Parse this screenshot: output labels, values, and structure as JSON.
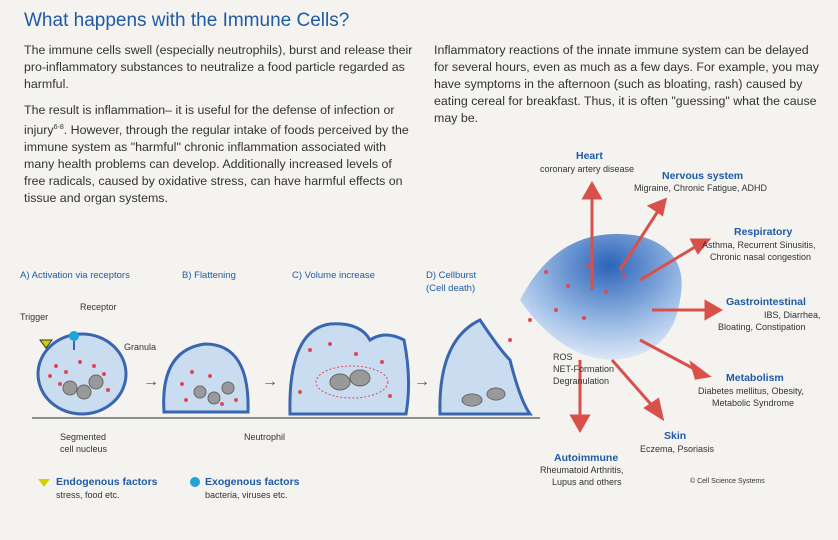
{
  "title": "What happens with the Immune Cells?",
  "paragraphs": {
    "p1": "The immune cells swell (especially neutrophils), burst and release their pro-inflammatory substances to neutralize a food particle regarded as harmful.",
    "p2_a": "The result is inflammation– it is useful for the defense of infection or injury",
    "p2_sup": "6-8",
    "p2_b": ". However, through the regular intake of foods perceived by the immune system as \"harmful\" chronic inflammation associated with many health problems can develop. Additionally increased levels of free radicals, caused by oxidative stress, can have harmful effects on tissue and organ systems.",
    "p3": "Inflammatory reactions of the innate immune system can be delayed for several hours, even as much as a few days. For example, you may have symptoms in the afternoon (such as bloating, rash) caused by eating cereal for breakfast. Thus, it is often \"guessing\" what the cause may be."
  },
  "stages": {
    "a": "A) Activation via receptors",
    "b": "B) Flattening",
    "c": "C) Volume increase",
    "d1": "D) Cellburst",
    "d2": "(Cell death)"
  },
  "labels": {
    "trigger": "Trigger",
    "receptor": "Receptor",
    "granula": "Granula",
    "nucleus1": "Segmented",
    "nucleus2": "cell nucleus",
    "neutrophil": "Neutrophil",
    "ros": "ROS",
    "net": "NET-Formation",
    "degran": "Degranulation"
  },
  "legend": {
    "endo_title": "Endogenous factors",
    "endo_sub": "stress, food etc.",
    "exo_title": "Exogenous factors",
    "exo_sub": "bacteria, viruses etc.",
    "endo_color": "#d6d000",
    "exo_color": "#1fa3d8"
  },
  "effects": {
    "heart": {
      "title": "Heart",
      "sub": "coronary artery disease"
    },
    "nervous": {
      "title": "Nervous system",
      "sub": "Migraine, Chronic Fatigue, ADHD"
    },
    "respiratory": {
      "title": "Respiratory",
      "sub1": "Asthma, Recurrent Sinusitis,",
      "sub2": "Chronic nasal congestion"
    },
    "gastro": {
      "title": "Gastrointestinal",
      "sub1": "IBS, Diarrhea,",
      "sub2": "Bloating, Constipation"
    },
    "metabolism": {
      "title": "Metabolism",
      "sub1": "Diabetes mellitus, Obesity,",
      "sub2": "Metabolic Syndrome"
    },
    "skin": {
      "title": "Skin",
      "sub": "Eczema, Psoriasis"
    },
    "autoimmune": {
      "title": "Autoimmune",
      "sub1": "Rheumatoid Arthritis,",
      "sub2": "Lupus and others"
    }
  },
  "copyright": "© Cell Science Systems",
  "colors": {
    "accent_blue": "#1f5aa6",
    "arrow_red": "#d9504a",
    "cell_fill": "#c9dcf0",
    "cell_stroke": "#3a66b0"
  }
}
